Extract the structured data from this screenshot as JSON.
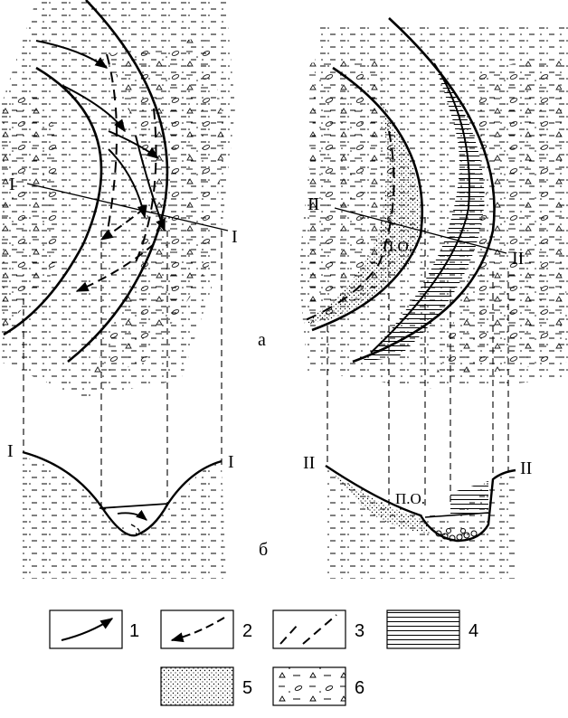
{
  "labels": {
    "section_left": "I",
    "section_left_end": "I",
    "section_right": "II",
    "section_right_end": "II",
    "point_bar": "П.О.",
    "panel_a": "а",
    "panel_b": "б"
  },
  "legend": [
    {
      "num": "1",
      "symbol": "solid-arrow"
    },
    {
      "num": "2",
      "symbol": "dashed-arrow"
    },
    {
      "num": "3",
      "symbol": "dashed-lines"
    },
    {
      "num": "4",
      "symbol": "horizontal-hatch"
    },
    {
      "num": "5",
      "symbol": "dots"
    },
    {
      "num": "6",
      "symbol": "clay-gravel"
    }
  ],
  "colors": {
    "ink": "#000000",
    "paper": "#ffffff"
  }
}
